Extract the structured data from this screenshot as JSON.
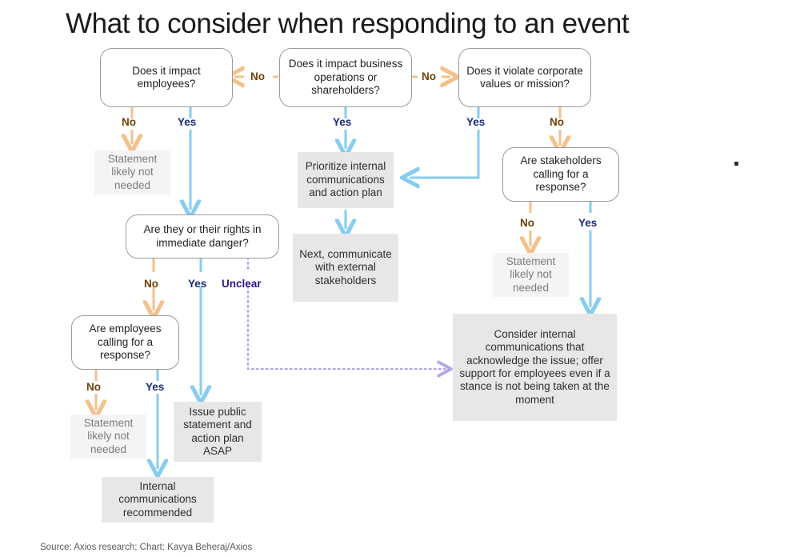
{
  "title": "What to consider when responding to an event",
  "source": "Source: Axios research; Chart: Kavya Beheraj/Axios",
  "colors": {
    "no_label": "#6e4109",
    "no_line": "#f5c08a",
    "yes_label": "#1b2a7a",
    "yes_line": "#87cdf0",
    "unclear_label": "#34158c",
    "unclear_line": "#b7a7e6",
    "decision_border": "#9a9a9a",
    "action_fill": "#e7e7e7",
    "muted_fill": "#f4f4f4",
    "muted_text": "#7b7b7b",
    "title_text": "#1a1a1a",
    "source_text": "#5c5c5c"
  },
  "nodes": {
    "q_employees": "Does it impact employees?",
    "q_business": "Does it impact business operations or shareholders?",
    "q_values": "Does it violate corporate values or mission?",
    "statement_left": "Statement likely not needed",
    "q_danger": "Are they or their rights in immediate danger?",
    "q_employees_calling": "Are employees calling for a response?",
    "statement_bottom_left": "Statement likely not needed",
    "internal_comms_recommended": "Internal communications recommended",
    "issue_public_statement": "Issue public statement and action plan ASAP",
    "prioritize_internal": "Prioritize internal communications and action plan",
    "next_communicate": "Next, communicate with external stakeholders",
    "q_stakeholders_calling": "Are stakeholders calling for a response?",
    "statement_right": "Statement likely not needed",
    "consider_internal": "Consider internal communications that acknowledge the issue; offer support for employees even if a stance is not being taken at the moment"
  },
  "edge_labels": {
    "business_to_employees_no": "No",
    "business_to_values_no": "No",
    "employees_no": "No",
    "employees_yes": "Yes",
    "business_yes": "Yes",
    "values_yes": "Yes",
    "values_no": "No",
    "danger_no": "No",
    "danger_yes": "Yes",
    "danger_unclear": "Unclear",
    "employees_calling_no": "No",
    "employees_calling_yes": "Yes",
    "stakeholders_no": "No",
    "stakeholders_yes": "Yes"
  },
  "chart_data": {
    "type": "diagram",
    "diagram_kind": "flowchart",
    "title": "What to consider when responding to an event",
    "nodes": [
      {
        "id": "q_employees",
        "kind": "decision",
        "text": "Does it impact employees?"
      },
      {
        "id": "q_business",
        "kind": "decision",
        "text": "Does it impact business operations or shareholders?"
      },
      {
        "id": "q_values",
        "kind": "decision",
        "text": "Does it violate corporate values or mission?"
      },
      {
        "id": "statement_left",
        "kind": "muted-outcome",
        "text": "Statement likely not needed"
      },
      {
        "id": "q_danger",
        "kind": "decision",
        "text": "Are they or their rights in immediate danger?"
      },
      {
        "id": "q_employees_calling",
        "kind": "decision",
        "text": "Are employees calling for a response?"
      },
      {
        "id": "statement_bottom_left",
        "kind": "muted-outcome",
        "text": "Statement likely not needed"
      },
      {
        "id": "internal_comms_recommended",
        "kind": "action",
        "text": "Internal communications recommended"
      },
      {
        "id": "issue_public_statement",
        "kind": "action",
        "text": "Issue public statement and action plan ASAP"
      },
      {
        "id": "prioritize_internal",
        "kind": "action",
        "text": "Prioritize internal communications and action plan"
      },
      {
        "id": "next_communicate",
        "kind": "action",
        "text": "Next, communicate with external stakeholders"
      },
      {
        "id": "q_stakeholders_calling",
        "kind": "decision",
        "text": "Are stakeholders calling for a response?"
      },
      {
        "id": "statement_right",
        "kind": "muted-outcome",
        "text": "Statement likely not needed"
      },
      {
        "id": "consider_internal",
        "kind": "action",
        "text": "Consider internal communications that acknowledge the issue; offer support for employees even if a stance is not being taken at the moment"
      }
    ],
    "edges": [
      {
        "from": "q_business",
        "to": "q_employees",
        "label": "No",
        "style": "solid-orange"
      },
      {
        "from": "q_business",
        "to": "q_values",
        "label": "No",
        "style": "solid-orange"
      },
      {
        "from": "q_business",
        "to": "prioritize_internal",
        "label": "Yes",
        "style": "solid-blue"
      },
      {
        "from": "q_employees",
        "to": "statement_left",
        "label": "No",
        "style": "solid-orange"
      },
      {
        "from": "q_employees",
        "to": "q_danger",
        "label": "Yes",
        "style": "solid-blue"
      },
      {
        "from": "q_values",
        "to": "prioritize_internal",
        "label": "Yes",
        "style": "solid-blue"
      },
      {
        "from": "q_values",
        "to": "q_stakeholders_calling",
        "label": "No",
        "style": "solid-orange"
      },
      {
        "from": "q_danger",
        "to": "q_employees_calling",
        "label": "No",
        "style": "solid-orange"
      },
      {
        "from": "q_danger",
        "to": "issue_public_statement",
        "label": "Yes",
        "style": "solid-blue"
      },
      {
        "from": "q_danger",
        "to": "consider_internal",
        "label": "Unclear",
        "style": "dotted-purple"
      },
      {
        "from": "q_employees_calling",
        "to": "statement_bottom_left",
        "label": "No",
        "style": "solid-orange"
      },
      {
        "from": "q_employees_calling",
        "to": "internal_comms_recommended",
        "label": "Yes",
        "style": "solid-blue"
      },
      {
        "from": "prioritize_internal",
        "to": "next_communicate",
        "label": "",
        "style": "solid-blue"
      },
      {
        "from": "q_stakeholders_calling",
        "to": "statement_right",
        "label": "No",
        "style": "solid-orange"
      },
      {
        "from": "q_stakeholders_calling",
        "to": "consider_internal",
        "label": "Yes",
        "style": "solid-blue"
      }
    ]
  }
}
